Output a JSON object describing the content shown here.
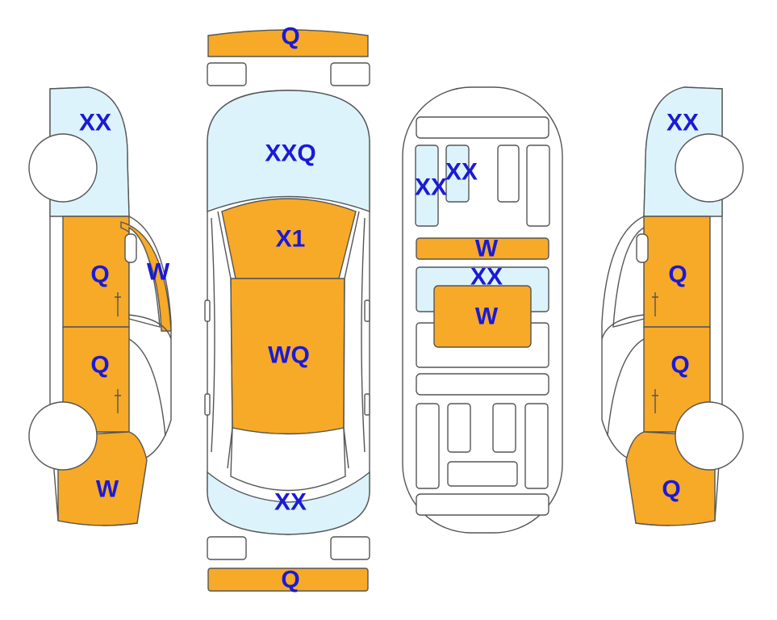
{
  "colors": {
    "damage_orange": "#f7a928",
    "damage_blue": "#dcf3fb",
    "outline": "#555555",
    "label": "#1a1ad6",
    "background": "#ffffff"
  },
  "labels": {
    "front_bumper": "Q",
    "rear_bumper": "Q",
    "hood": "XXQ",
    "windshield_area": "X1",
    "roof": "WQ",
    "trunk": "XX",
    "left_front_fender": "XX",
    "left_front_door": "Q",
    "left_front_window": "W",
    "left_rear_door": "Q",
    "left_rear_quarter": "W",
    "interior_seat_left": "XX",
    "interior_seat_right": "XX",
    "interior_dashboard": "W",
    "interior_floor": "XX",
    "interior_console": "W",
    "right_front_fender": "XX",
    "right_front_door": "Q",
    "right_rear_door": "Q",
    "right_rear_quarter": "Q"
  }
}
